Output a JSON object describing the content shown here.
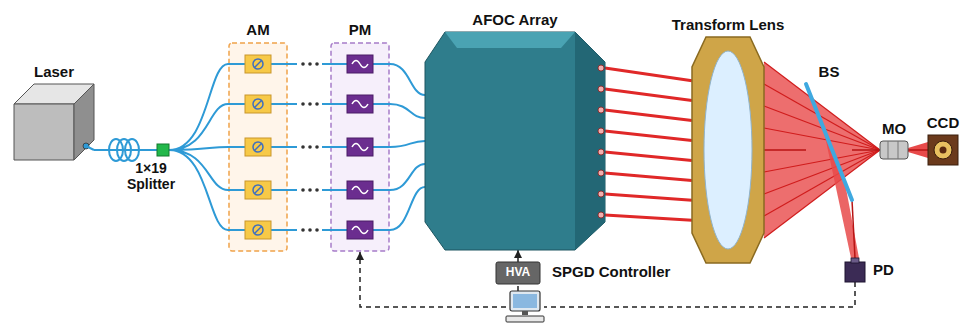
{
  "diagram": {
    "nodes": [
      {
        "text": [
          "Laser"
        ]
      },
      {
        "text": [
          "1×19 Splitter"
        ]
      },
      {
        "text": [
          "AM"
        ]
      },
      {
        "text": [
          "PM"
        ]
      },
      {
        "text": [
          "AFOC Array"
        ]
      },
      {
        "text": [
          "Transform Lens"
        ]
      },
      {
        "text": [
          "BS"
        ]
      },
      {
        "text": [
          "MO"
        ]
      },
      {
        "text": [
          "CCD"
        ]
      },
      {
        "text": [
          "PD"
        ]
      },
      {
        "text": [
          "HVA"
        ]
      },
      {
        "text": [
          "SPGD Controller"
        ]
      }
    ],
    "edges": [
      {
        "from": 0,
        "to": 1,
        "arrow": "none"
      },
      {
        "from": 1,
        "to": 2,
        "arrow": "none"
      },
      {
        "from": 2,
        "to": 3,
        "arrow": "none"
      },
      {
        "from": 3,
        "to": 4,
        "arrow": "none"
      },
      {
        "from": 4,
        "to": 5,
        "arrow": "none"
      },
      {
        "from": 5,
        "to": 6,
        "arrow": "none"
      },
      {
        "from": 6,
        "to": 7,
        "arrow": "none"
      },
      {
        "from": 7,
        "to": 8,
        "arrow": "none"
      },
      {
        "from": 6,
        "to": 9,
        "arrow": "none"
      },
      {
        "from": 9,
        "to": 11,
        "arrow": "none"
      },
      {
        "from": 11,
        "to": 10,
        "arrow": "none"
      },
      {
        "from": 10,
        "to": 4,
        "arrow": "to"
      },
      {
        "from": 11,
        "to": 3,
        "arrow": "to"
      }
    ]
  }
}
